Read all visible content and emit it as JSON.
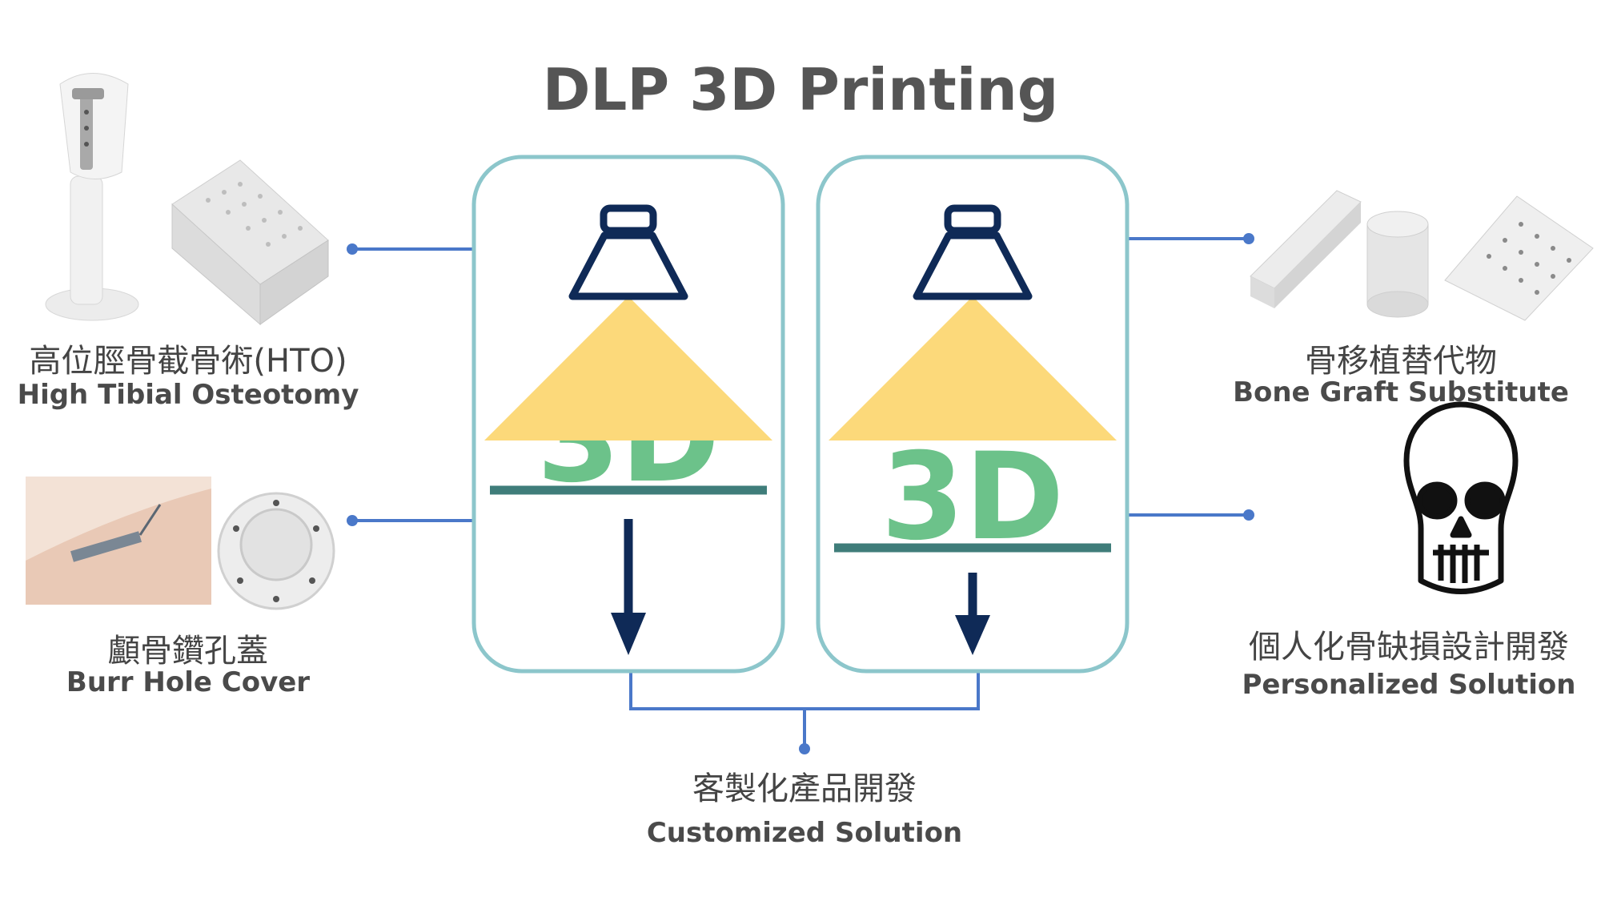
{
  "title": "DLP 3D Printing",
  "apps": {
    "hto": {
      "zh": "高位脛骨截骨術(HTO)",
      "en": "High Tibial Osteotomy"
    },
    "burr": {
      "zh": "顱骨鑽孔蓋",
      "en": "Burr Hole Cover"
    },
    "graft": {
      "zh": "骨移植替代物",
      "en": "Bone Graft Substitute"
    },
    "personal": {
      "zh": "個人化骨缺損設計開發",
      "en": "Personalized Solution"
    },
    "custom": {
      "zh": "客製化產品開發",
      "en": "Customized Solution"
    }
  },
  "printers": {
    "left_label": "3D",
    "right_label": "3D"
  },
  "colors": {
    "panel_border": "#8cc6cb",
    "lamp": "#0f2a57",
    "light": "#fcd97a",
    "print_text": "#6cc28a",
    "platform": "#3f7d7a",
    "connector": "#4a78c9"
  },
  "icons": [
    "lamp-icon",
    "down-arrow-icon",
    "skull-icon"
  ]
}
